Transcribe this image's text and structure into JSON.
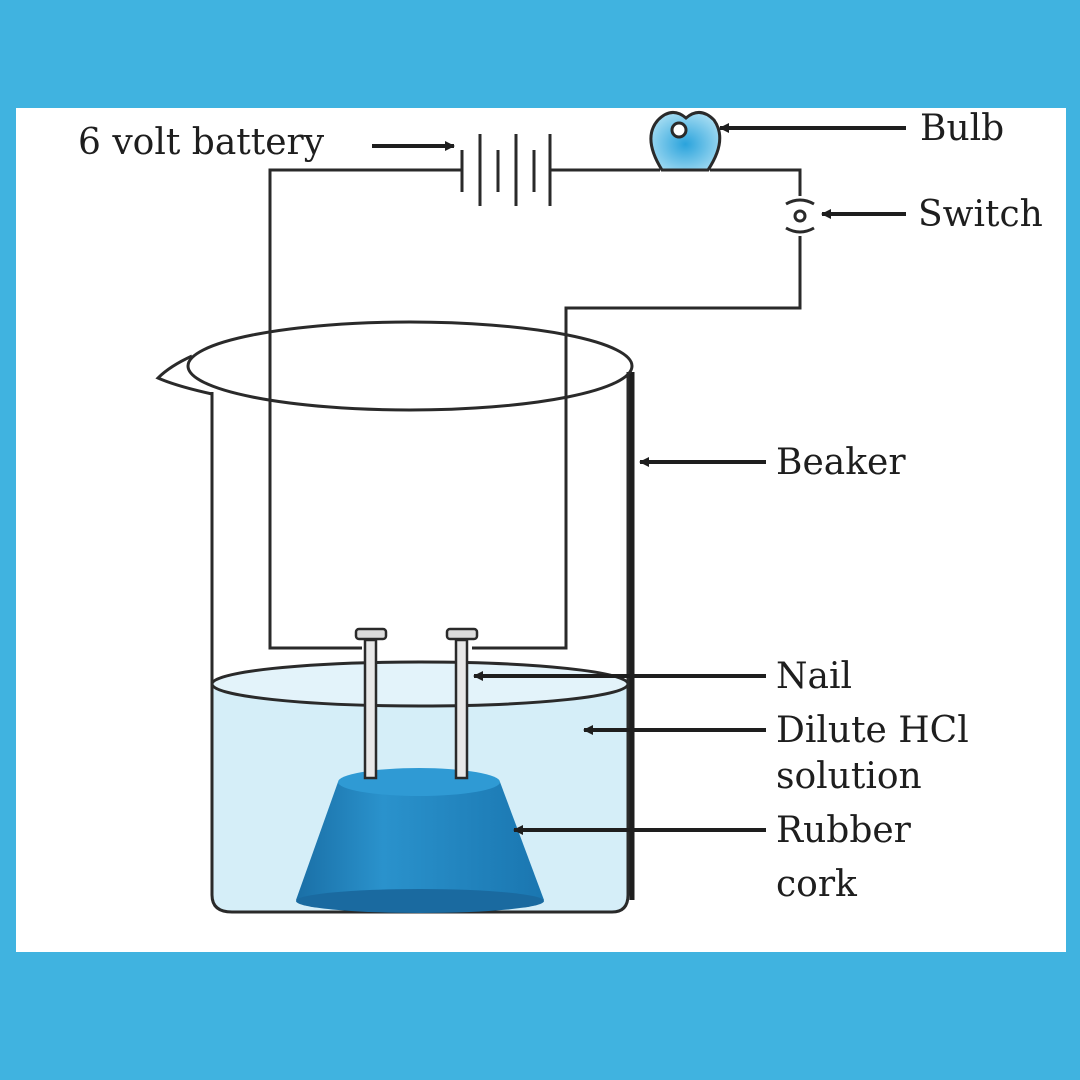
{
  "labels": {
    "battery": "6 volt battery",
    "bulb": "Bulb",
    "switch": "Switch",
    "beaker": "Beaker",
    "nail": "Nail",
    "hcl_line1": "Dilute HCl",
    "hcl_line2": "solution",
    "cork_line1": "Rubber",
    "cork_line2": "cork"
  },
  "colors": {
    "background": "#40b3e0",
    "solution": "#d5eef8",
    "cork": "#1e7fb8",
    "bulb": "#6cc4e8",
    "ink": "#2a2a2a"
  }
}
